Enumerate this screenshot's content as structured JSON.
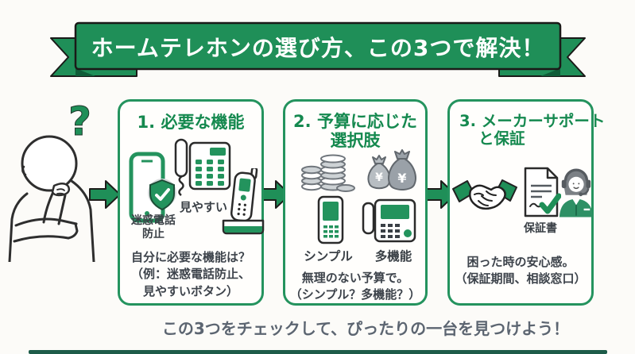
{
  "colors": {
    "green": "#1f8f58",
    "green_dark": "#0f5c38",
    "title_green": "#15894f",
    "body_text": "#3d434b",
    "caption_gray": "#5c6571",
    "icon_gray": "#9aa1a8",
    "background": "#fcfbf8"
  },
  "banner": {
    "title": "ホームテレホンの選び方、この3つで解決！"
  },
  "person": {
    "question_mark": "?"
  },
  "steps": [
    {
      "title": "1. 必要な機能",
      "labels": {
        "smartphone_line1": "迷惑電話",
        "smartphone_line2": "防止",
        "desk_phone": "見やすい"
      },
      "body": [
        "自分に必要な機能は？",
        "（例：迷惑電話防止、",
        "見やすいボタン）"
      ]
    },
    {
      "title_lines": [
        "2. 予算に応じた",
        "選択肢"
      ],
      "labels": {
        "simple_phone": "シンプル",
        "multi_phone": "多機能"
      },
      "bag_symbol": "¥",
      "body": [
        "無理のない予算で。",
        "（シンプル？多機能？）"
      ]
    },
    {
      "title_lines": [
        "3. メーカーサポート",
        "と保証"
      ],
      "labels": {
        "warranty_document": "保証書"
      },
      "body": [
        "困った時の安心感。",
        "（保証期間、相談窓口）"
      ]
    }
  ],
  "footer": {
    "text": "この3つをチェックして、ぴったりの一台を見つけよう！"
  }
}
